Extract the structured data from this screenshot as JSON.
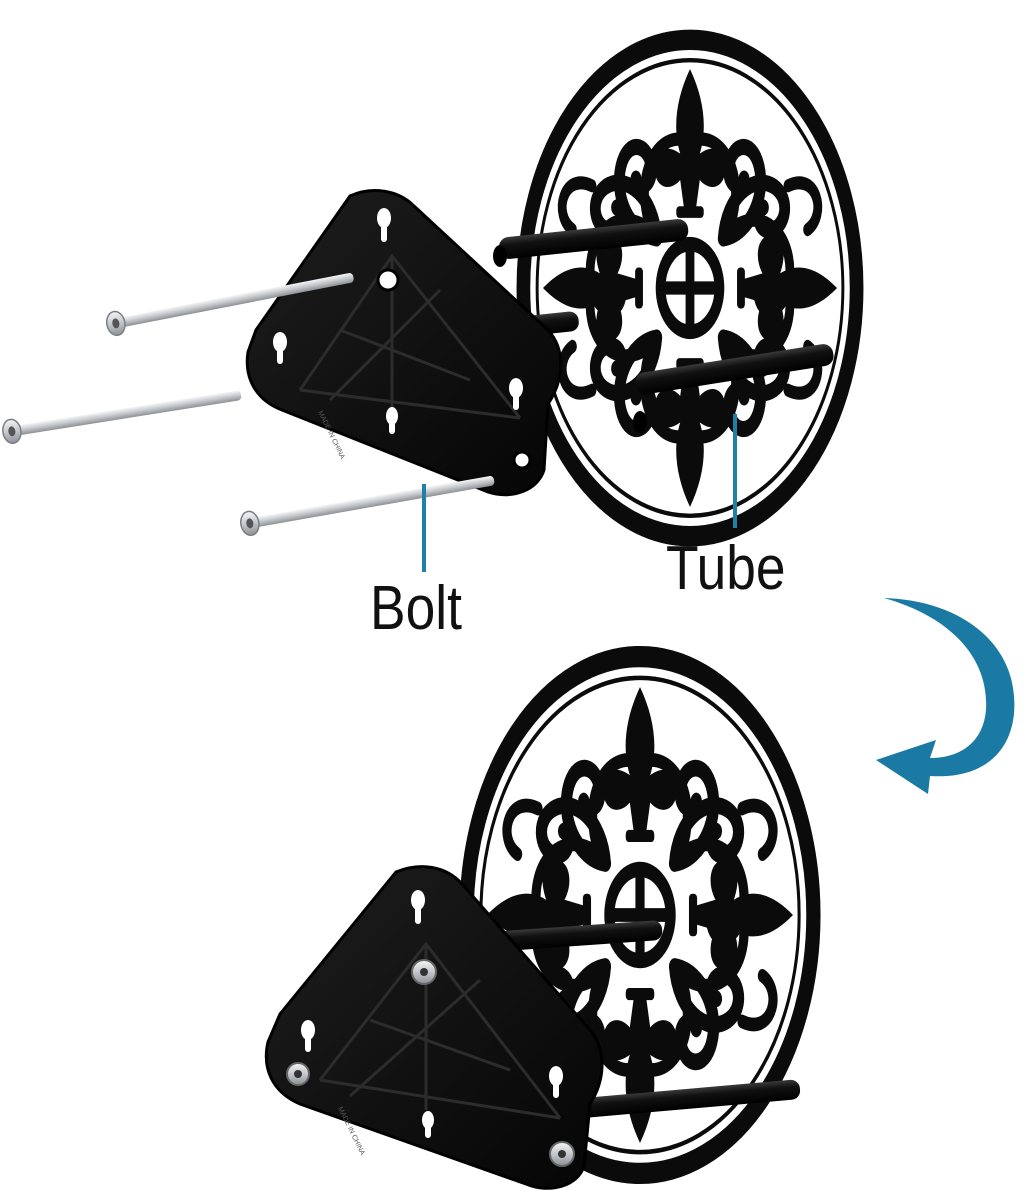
{
  "labels": {
    "bolt": "Bolt",
    "tube": "Tube"
  },
  "imprint": "MADE IN CHINA",
  "colors": {
    "metal": "#0d0d0d",
    "leader_line": "#1f7fa6",
    "arrow": "#1b7aa3",
    "bolt_steel": "#c9ccd0",
    "background": "#ffffff"
  },
  "icons": {
    "step_arrow": "curved-arrow-down-left"
  }
}
